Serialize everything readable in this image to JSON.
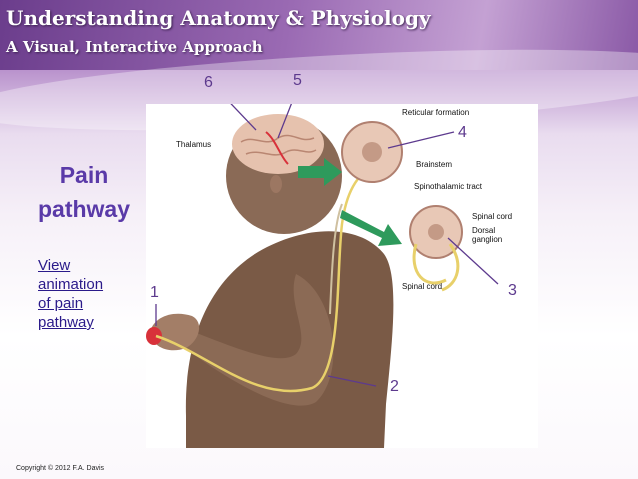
{
  "header": {
    "title": "Understanding Anatomy & Physiology",
    "subtitle": "A Visual, Interactive Approach"
  },
  "slide": {
    "heading_line1": "Pain",
    "heading_line2": "pathway",
    "link_text": "View animation of pain pathway",
    "copyright": "Copyright © 2012 F.A. Davis"
  },
  "figure": {
    "labels": {
      "reticular": "Reticular formation",
      "thalamus": "Thalamus",
      "brainstem": "Brainstem",
      "spinothalamic": "Spinothalamic tract",
      "spinal_cord_top": "Spinal cord",
      "dorsal_ganglion": "Dorsal ganglion",
      "spinal_cord_bottom": "Spinal cord"
    },
    "numbers": {
      "n1": "1",
      "n2": "2",
      "n3": "3",
      "n4": "4",
      "n5": "5",
      "n6": "6"
    }
  },
  "colors": {
    "accent_purple": "#5d3a8e",
    "arrow_green": "#2e9a5c",
    "nerve_yellow": "#e8d06a",
    "pain_red": "#d8313a"
  }
}
